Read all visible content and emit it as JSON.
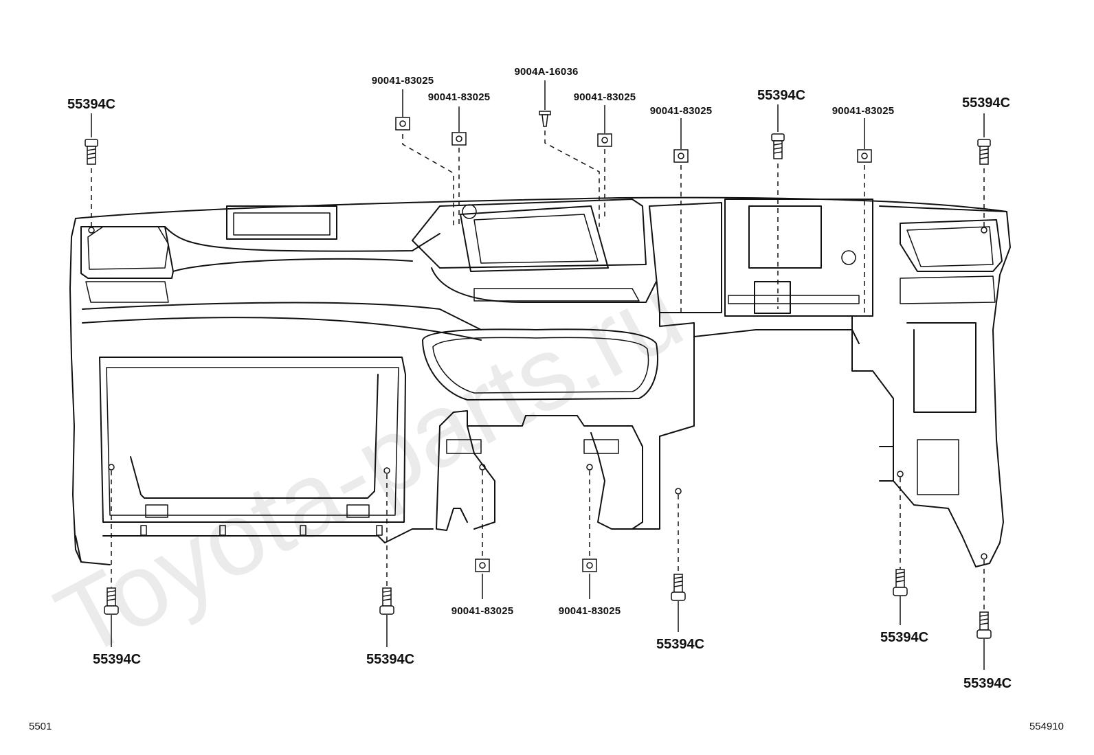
{
  "watermark": "Toyota-parts.ru",
  "page_code_left": "5501",
  "page_code_right": "554910",
  "labels": {
    "l1": "55394C",
    "l2": "90041-83025",
    "l3": "90041-83025",
    "l4": "9004A-16036",
    "l5": "90041-83025",
    "l6": "90041-83025",
    "l7": "55394C",
    "l8": "90041-83025",
    "l9": "55394C",
    "b1": "55394C",
    "b2": "55394C",
    "b3": "90041-83025",
    "b4": "90041-83025",
    "b5": "55394C",
    "b6": "55394C",
    "b7": "55394C"
  }
}
